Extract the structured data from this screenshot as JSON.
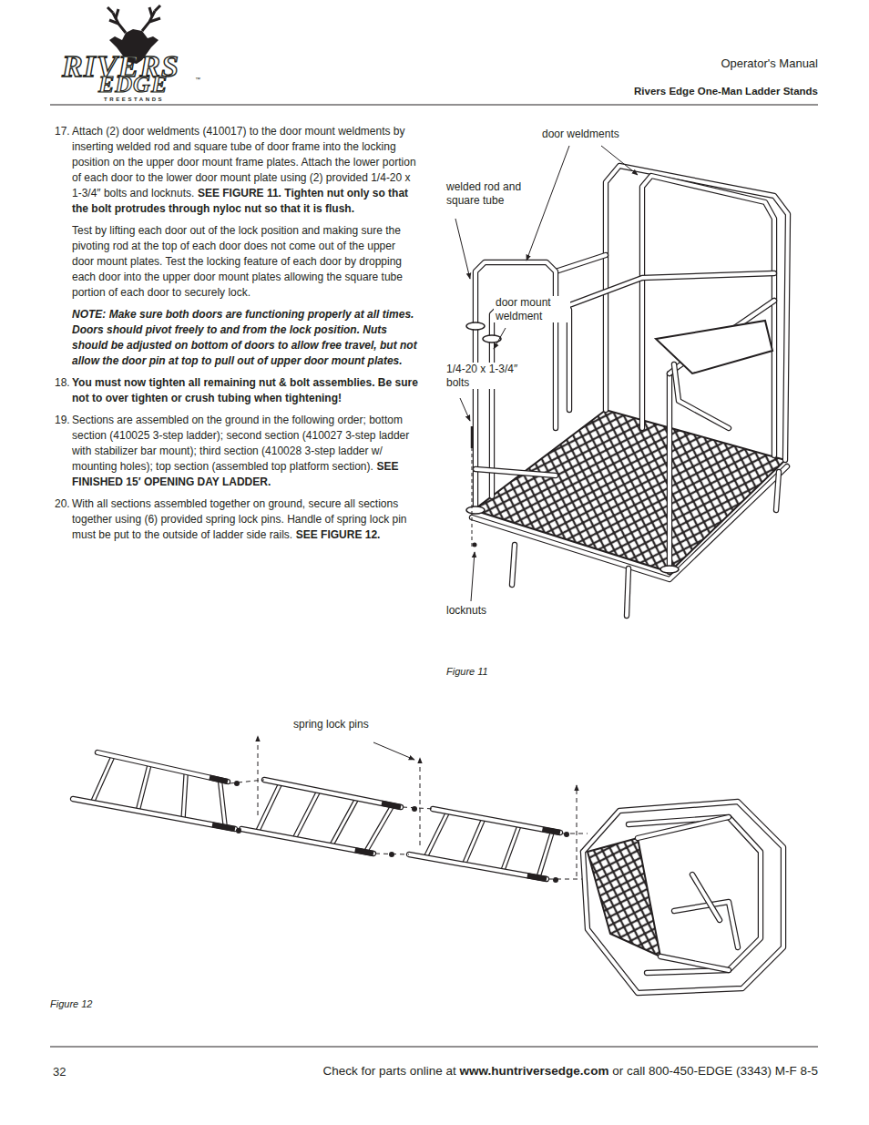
{
  "diagram": {
    "labels": [
      "RIVERS",
      "EDGE",
      "TREESTANDS",
      "™",
      "Operator's Manual",
      "Rivers Edge One-Man Ladder Stands",
      "17.",
      "Attach (2) door weldments (410017) to the door mount weldments by inserting welded rod and square tube of door frame into the locking position on the upper door mount frame plates. Attach the lower portion of each door to the lower door mount plate using (2) provided 1/4-20 x 1-3/4″ bolts and locknuts.",
      "SEE FIGURE 11. Tighten nut only so that the bolt protrudes through nyloc nut so that it is flush.",
      "Test by lifting each door out of the lock position and making sure the pivoting rod at the top of each door does not come out of the upper door mount plates. Test the locking feature of each door by dropping each door into the upper door mount plates allowing the square tube portion of each door to securely lock.",
      "NOTE: Make sure both doors are functioning properly at all times. Doors should pivot freely to and from the lock position. Nuts should be adjusted on bottom of doors to allow free travel, but not allow the door pin at top to pull out of upper door mount plates.",
      "18.",
      "You must now tighten all remaining nut & bolt assemblies. Be sure not to over tighten or crush tubing when tightening!",
      "19.",
      "Sections are assembled on the ground in the following order; bottom section (410025 3-step ladder); second section (410027 3-step ladder with stabilizer bar mount); third section (410028 3-step ladder w/ mounting holes); top section (assembled top platform section).",
      "SEE FINISHED 15′ OPENING DAY LADDER.",
      "20.",
      "With all sections assembled together on ground, secure all sections together using (6) provided spring lock pins. Handle of spring lock pin must be put to the outside of ladder side rails.",
      "SEE FIGURE 12.",
      "door weldments",
      "welded rod and square tube",
      "door mount weldment",
      "1/4-20 x 1-3/4″ bolts",
      "locknuts",
      "Figure 11",
      "spring lock pins",
      "Figure 12",
      "32",
      "Check for parts online at",
      "www.huntriversedge.com",
      "or call 800-450-EDGE (3343) M-F 8-5"
    ]
  }
}
